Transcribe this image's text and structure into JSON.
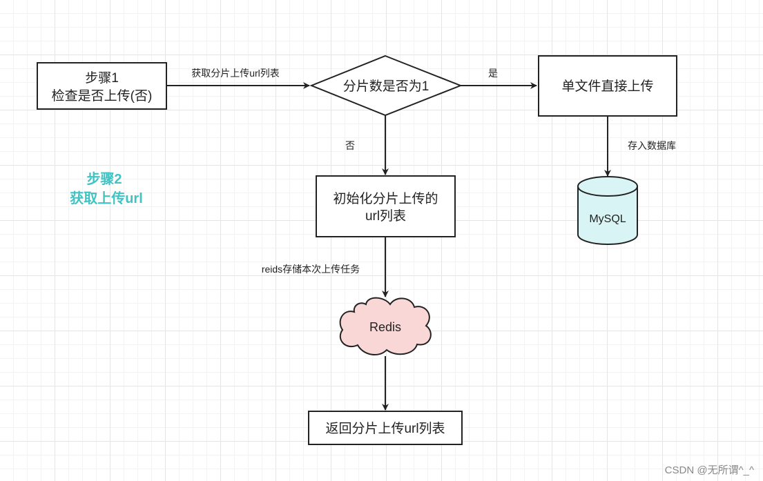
{
  "diagram": {
    "nodes": {
      "step1": {
        "lines": [
          "步骤1",
          "检查是否上传(否)"
        ]
      },
      "decision": {
        "label": "分片数是否为1"
      },
      "single_upload": {
        "label": "单文件直接上传"
      },
      "init_multipart": {
        "lines": [
          "初始化分片上传的",
          "url列表"
        ]
      },
      "mysql": {
        "label": "MySQL"
      },
      "redis": {
        "label": "Redis"
      },
      "return_list": {
        "label": "返回分片上传url列表"
      }
    },
    "edges": {
      "step1_to_decision": "获取分片上传url列表",
      "decision_yes": "是",
      "decision_no": "否",
      "single_to_mysql": "存入数据库",
      "init_to_redis": "reids存储本次上传任务"
    },
    "side_note": {
      "lines": [
        "步骤2",
        "获取上传url"
      ],
      "color": "#3fc3c3"
    },
    "colors": {
      "stroke": "#222222",
      "mysql_fill": "#d9f4f4",
      "redis_fill": "#f9d7d7"
    }
  },
  "watermark": "CSDN @无所谓^_^"
}
